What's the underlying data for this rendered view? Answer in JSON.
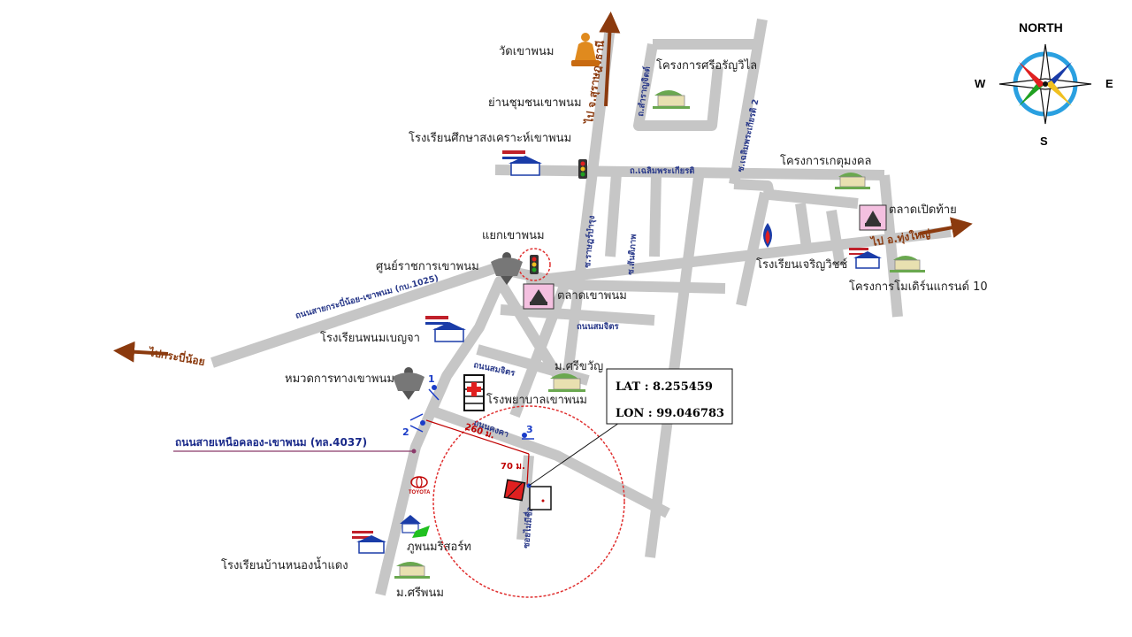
{
  "places": {
    "wat_khao_phanom": "วัดเขาพนม",
    "chumchon": "ย่านชุมชนเขาพนม",
    "school_suksa": "โรงเรียนศึกษาสงเคราะห์เขาพนม",
    "project_siri": "โครงการศรีอรัญวิไล",
    "project_ket": "โครงการเกตุมงคล",
    "talad_perd_tai": "ตลาดเปิดท้าย",
    "intersection": "แยกเขาพนม",
    "government_center": "ศูนย์ราชการเขาพนม",
    "talad_khao_phanom": "ตลาดเขาพนม",
    "school_charoen": "โรงเรียนเจริญวิชช์",
    "project_modern": "โครงการโมเดิร์นแกรนด์ 10",
    "school_phanom": "โรงเรียนพนมเบญจา",
    "highway_district": "หมวดการทางเขาพนม",
    "m_sri_chawan": "ม.ศรีขวัญ",
    "hospital": "โรงพยาบาลเขาพนม",
    "phu_phanom_resort": "ภูพนมรีสอร์ท",
    "school_nong_nam_daeng": "โรงเรียนบ้านหนองน้ำแดง",
    "m_sri_phanom": "ม.ศรีพนม"
  },
  "roads": {
    "chalerm": "ถ.เฉลิมพระเกียรติ",
    "soi_chalerm2": "ซ.เฉลิมพระเกียรติ 2",
    "soi_samrat": "ถ.สำราญจิตต์",
    "soi_ratbamrung": "ซ.ราษฎร์บำรุง",
    "soi_santiphap": "ซ.สันติภาพ",
    "krabi_noi_road": "ถนนสายกระบี่น้อย-เขาพนม (กบ.1025)",
    "somjit_1": "ถนนสมจิตร",
    "somjit_2": "ถนนสมจิตร",
    "kongka": "ถนนคงคา",
    "soi_maipak": "ซอยไม่มีชื่อ"
  },
  "directions": {
    "to_surat": "ไป จ.สุราษฎร์ธานี",
    "to_thung_yai": "ไป อ.ทุ่งใหญ่",
    "to_krabi_noi": "ไปกระบี่น้อย"
  },
  "highway_label": "ถนนสายเหนือคลอง-เขาพนม (ทล.4037)",
  "compass": {
    "north": "NORTH",
    "south": "S",
    "east": "E",
    "west": "W"
  },
  "coordinates": {
    "lat": "LAT : 8.255459",
    "lon": "LON : 99.046783"
  },
  "distances": {
    "d1": "260 ม.",
    "d2": "70 ม."
  },
  "access_points": [
    "1",
    "2",
    "3"
  ],
  "brand": "TOYOTA",
  "colors": {
    "road": "#c6c6c6",
    "arrow": "#8b3a0e",
    "radius": "#e03030",
    "marker": "#e02020",
    "access": "#1a3cc8"
  }
}
